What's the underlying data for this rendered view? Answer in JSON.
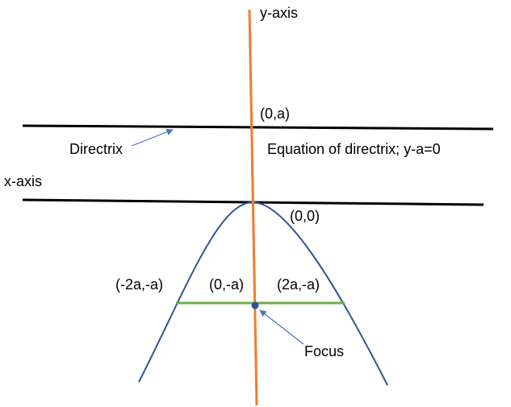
{
  "labels": {
    "y_axis": "y-axis",
    "x_axis": "x-axis",
    "point_0a": "(0,a)",
    "directrix": "Directrix",
    "directrix_equation": "Equation of directrix; y-a=0",
    "origin": "(0,0)",
    "left_end": "(-2a,-a)",
    "focus_point": "(0,-a)",
    "right_end": "(2a,-a)",
    "focus": "Focus"
  },
  "colors": {
    "axis": "#ED7D31",
    "parabola": "#2F5597",
    "latus_rectum": "#70AD47",
    "arrow": "#4472C4",
    "line": "#000000"
  }
}
